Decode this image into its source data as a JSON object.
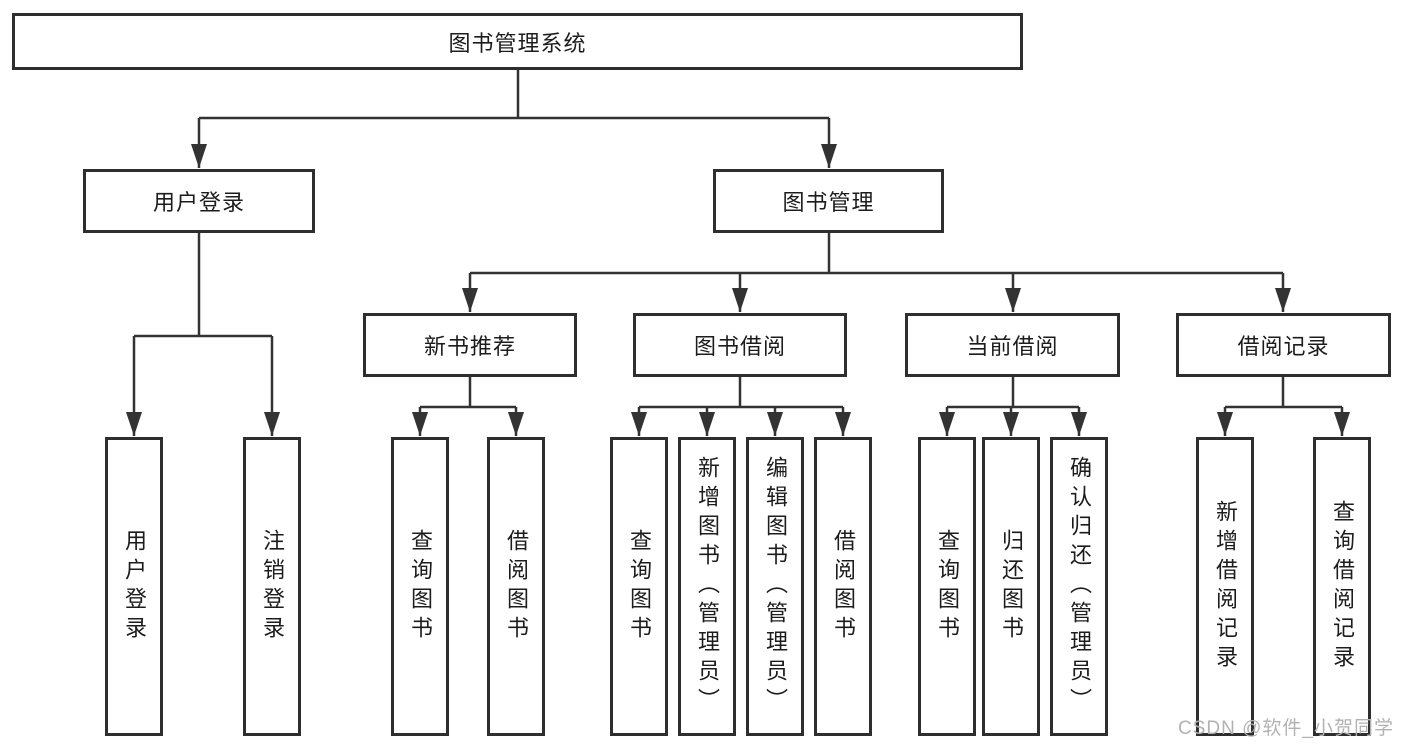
{
  "tree": {
    "label": "图书管理系统",
    "children": [
      {
        "label": "用户登录",
        "children": [
          {
            "label": "用户登录"
          },
          {
            "label": "注销登录"
          }
        ]
      },
      {
        "label": "图书管理",
        "children": [
          {
            "label": "新书推荐",
            "children": [
              {
                "label": "查询图书"
              },
              {
                "label": "借阅图书"
              }
            ]
          },
          {
            "label": "图书借阅",
            "children": [
              {
                "label": "查询图书"
              },
              {
                "label": "新增图书（管理员）"
              },
              {
                "label": "编辑图书（管理员）"
              },
              {
                "label": "借阅图书"
              }
            ]
          },
          {
            "label": "当前借阅",
            "children": [
              {
                "label": "查询图书"
              },
              {
                "label": "归还图书"
              },
              {
                "label": "确认归还（管理员）"
              }
            ]
          },
          {
            "label": "借阅记录",
            "children": [
              {
                "label": "新增借阅记录"
              },
              {
                "label": "查询借阅记录"
              }
            ]
          }
        ]
      }
    ]
  },
  "watermark": {
    "text": "CSDN @软件_小贺同学"
  },
  "colors": {
    "line": "#333333",
    "box_border": "#2e2e2e",
    "text": "#1c1c1c",
    "watermark": "#b2b2b2",
    "background": "#ffffff"
  }
}
